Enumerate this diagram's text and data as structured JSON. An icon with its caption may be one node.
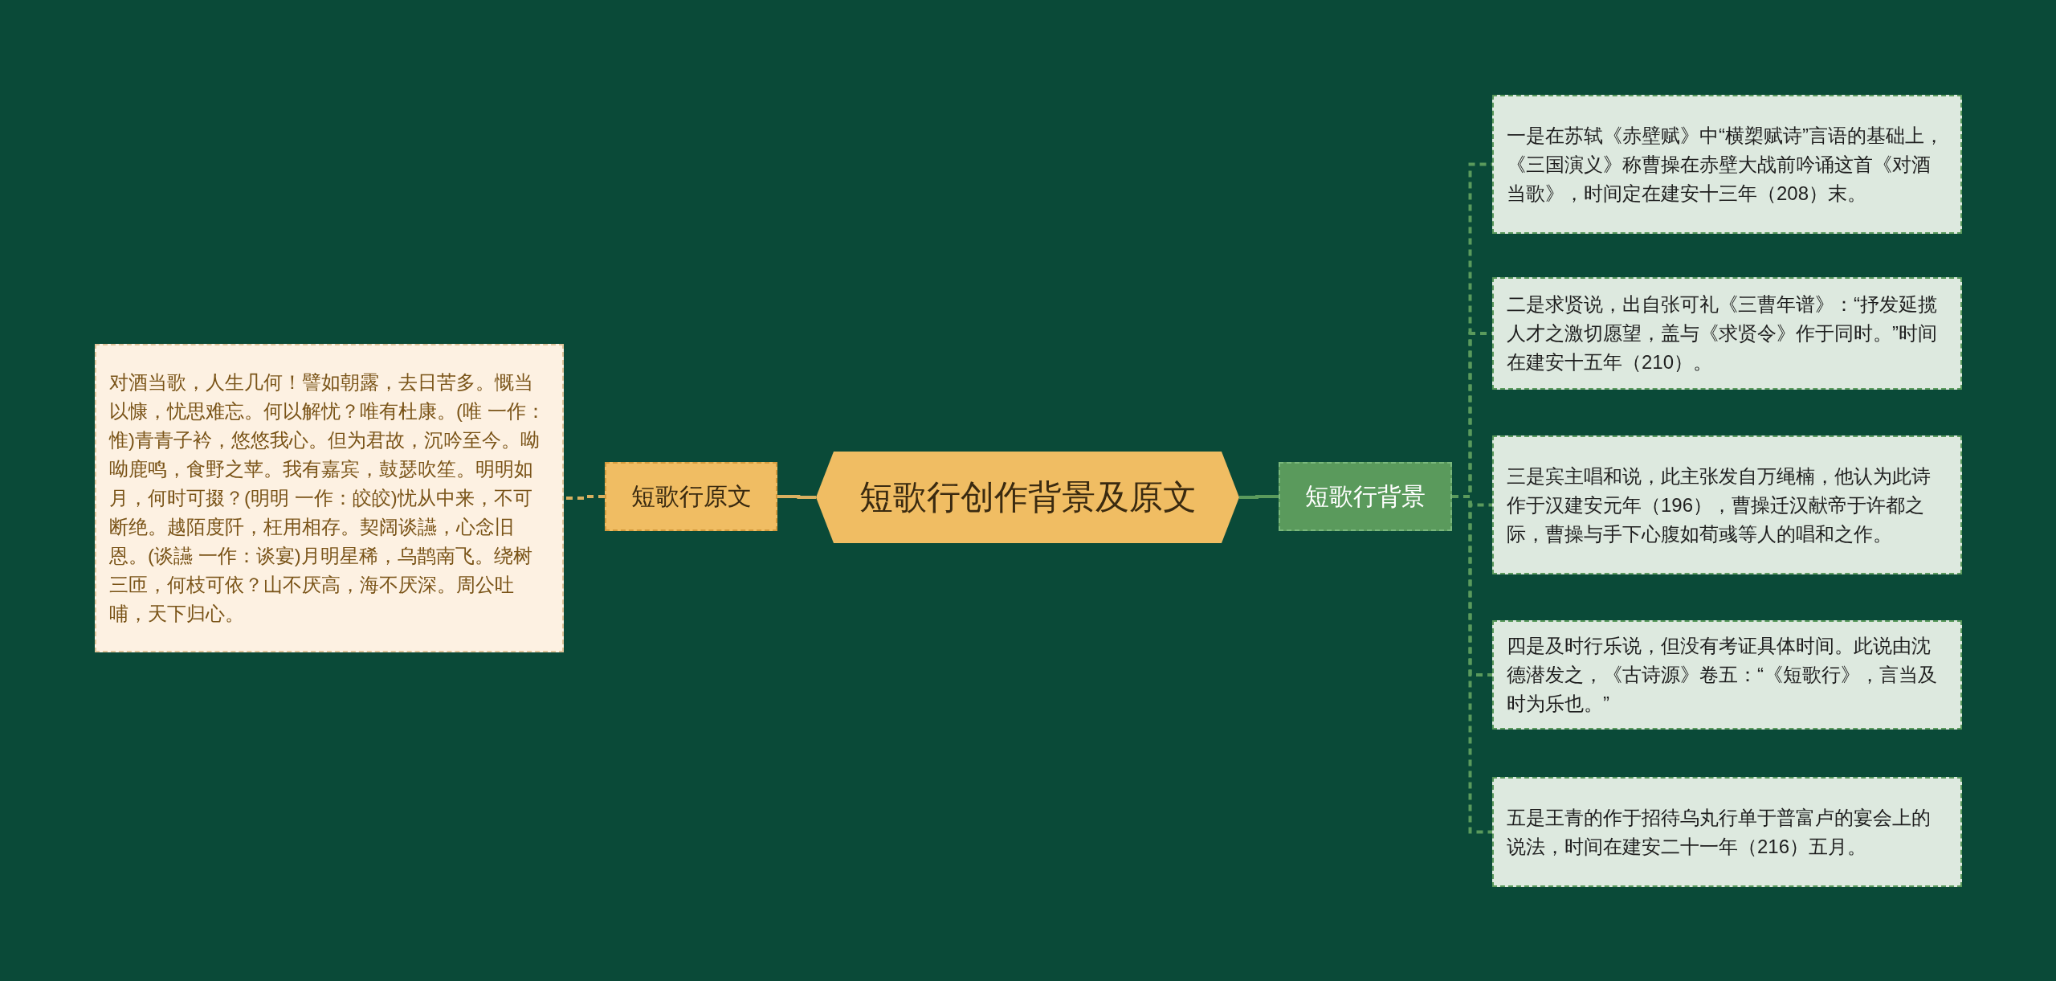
{
  "diagram": {
    "nodes": [
      {
        "text": [
          "短歌行创作背景及原文"
        ]
      },
      {
        "text": [
          "短歌行原文"
        ]
      },
      {
        "text": [
          "对酒当歌，人生几何！譬如朝露，去日苦多。慨当以慷，忧思难忘。何以解忧？唯有杜康。(唯 一作：惟)青青子衿，悠悠我心。但为君故，沉吟至今。呦呦鹿鸣，食野之苹。我有嘉宾，鼓瑟吹笙。明明如月，何时可掇？(明明 一作：皎皎)忧从中来，不可断绝。越陌度阡，枉用相存。契阔谈讌，心念旧恩。(谈讌 一作：谈宴)月明星稀，乌鹊南飞。绕树三匝，何枝可依？山不厌高，海不厌深。周公吐哺，天下归心。"
        ]
      },
      {
        "text": [
          "短歌行背景"
        ]
      },
      {
        "text": [
          "一是在苏轼《赤壁赋》中“横槊赋诗”言语的基础上，《三国演义》称曹操在赤壁大战前吟诵这首《对酒当歌》，时间定在建安十三年（208）末。"
        ]
      },
      {
        "text": [
          "二是求贤说，出自张可礼《三曹年谱》：“抒发延揽人才之激切愿望，盖与《求贤令》作于同时。”时间在建安十五年（210）。"
        ]
      },
      {
        "text": [
          "三是宾主唱和说，此主张发自万绳楠，他认为此诗作于汉建安元年（196），曹操迁汉献帝于许都之际，曹操与手下心腹如荀彧等人的唱和之作。"
        ]
      },
      {
        "text": [
          "四是及时行乐说，但没有考证具体时间。此说由沈德潜发之，《古诗源》卷五：“《短歌行》，言当及时为乐也。”"
        ]
      },
      {
        "text": [
          "五是王青的作于招待乌丸行单于普富卢的宴会上的说法，时间在建安二十一年（216）五月。"
        ]
      }
    ],
    "edges": [
      {
        "from": 0,
        "to": 1,
        "arrow": "none",
        "color": "#d8b060"
      },
      {
        "from": 1,
        "to": 2,
        "arrow": "none",
        "style": "dashed",
        "color": "#d8b060"
      },
      {
        "from": 0,
        "to": 3,
        "arrow": "none"
      },
      {
        "from": 3,
        "to": 4,
        "arrow": "none",
        "style": "dashed"
      },
      {
        "from": 3,
        "to": 5,
        "arrow": "none",
        "style": "dashed"
      },
      {
        "from": 3,
        "to": 6,
        "arrow": "none",
        "style": "dashed"
      },
      {
        "from": 3,
        "to": 7,
        "arrow": "none",
        "style": "dashed"
      },
      {
        "from": 3,
        "to": 8,
        "arrow": "none",
        "style": "dashed"
      }
    ]
  }
}
